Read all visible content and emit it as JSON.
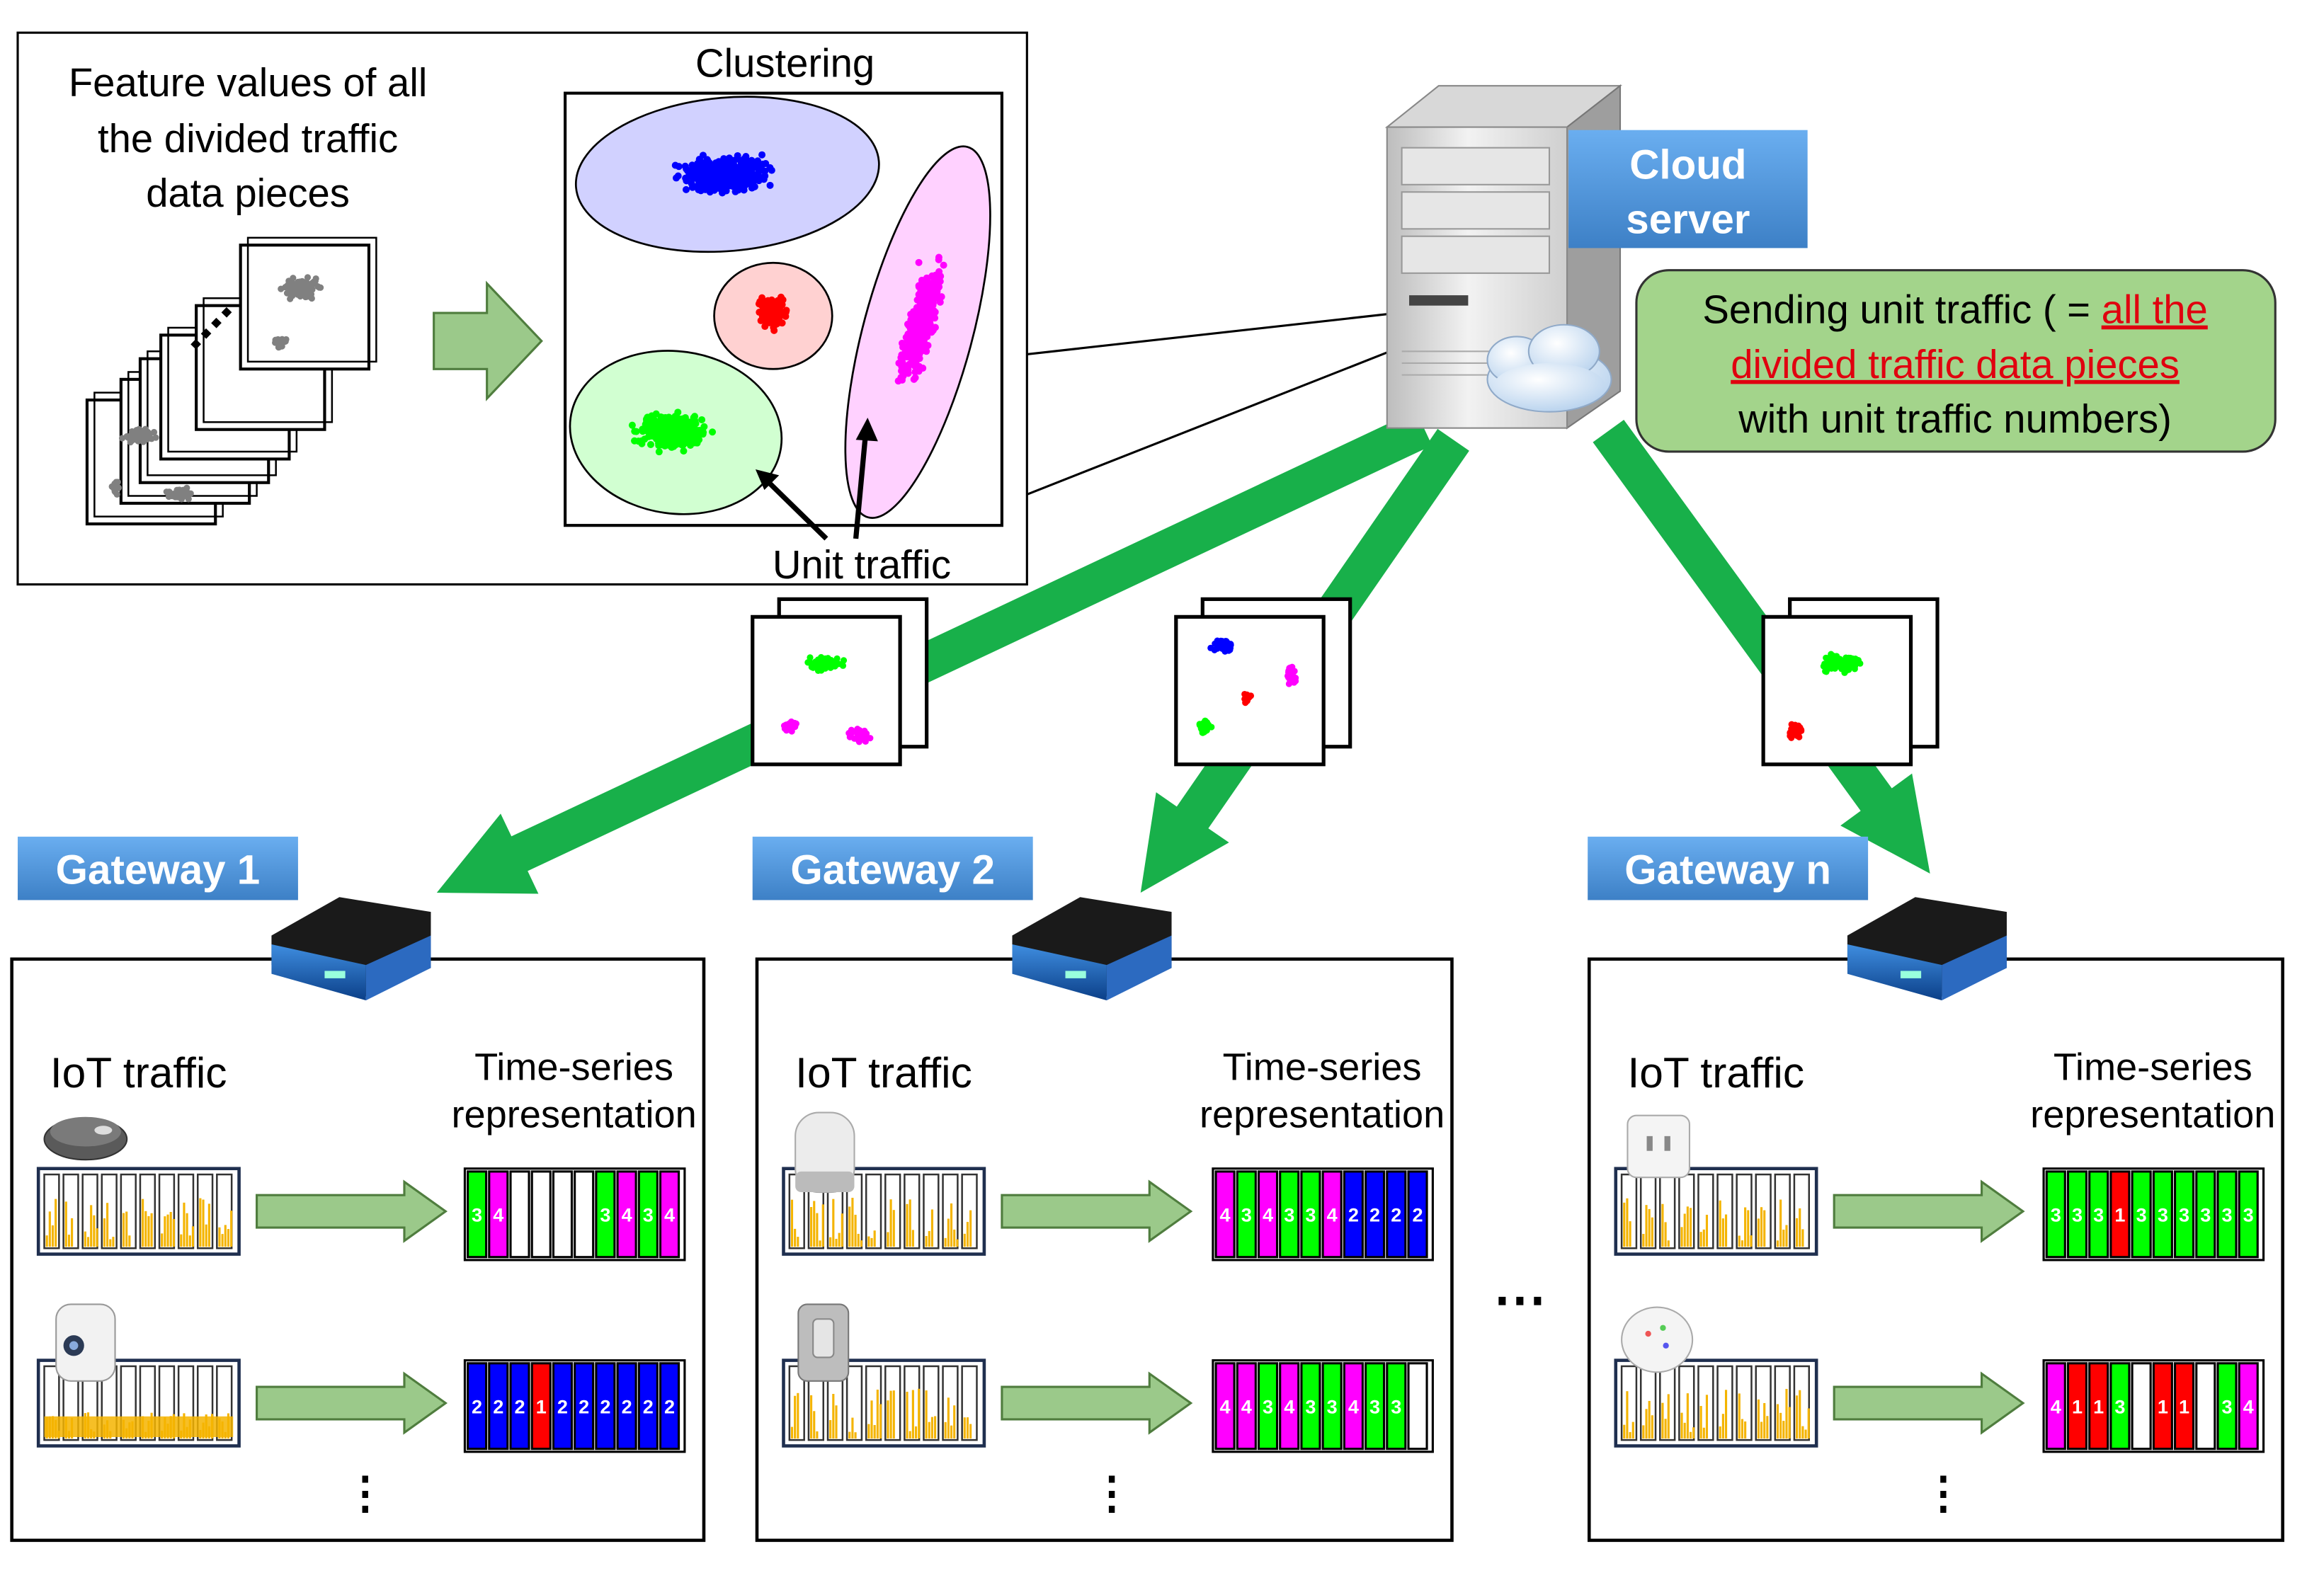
{
  "top_panel": {
    "feature_text": [
      "Feature values of all",
      "the divided traffic",
      "data pieces"
    ],
    "clustering_title": "Clustering",
    "unit_traffic_label": "Unit traffic"
  },
  "cloud": {
    "label_lines": [
      "Cloud",
      "server"
    ],
    "message": {
      "line1_plain": "Sending unit traffic ( = ",
      "line1_highlight": "all the",
      "line2_highlight": "divided traffic data pieces",
      "line3_plain": "with unit traffic numbers)"
    }
  },
  "colors": {
    "green_arrow": "#18b04a",
    "tag_blue": "#4a90d0",
    "message_bg": "#a3d48b",
    "highlight_text": "#e0000f",
    "cluster_blue": "#0000ff",
    "cluster_red": "#ff0000",
    "cluster_green": "#00ff00",
    "cluster_magenta": "#ff00ff",
    "bar_orange": "#f4b400"
  },
  "gateways": [
    {
      "tag": "Gateway 1",
      "iot_label": "IoT traffic",
      "ts_label": [
        "Time-series",
        "representation"
      ],
      "devices": [
        {
          "icon": "robot-vacuum-icon",
          "sequence": [
            "3",
            "4",
            "",
            "",
            "",
            "",
            "3",
            "4",
            "3",
            "4"
          ]
        },
        {
          "icon": "camera-icon",
          "sequence": [
            "2",
            "2",
            "2",
            "1",
            "2",
            "2",
            "2",
            "2",
            "2",
            "2"
          ]
        }
      ]
    },
    {
      "tag": "Gateway 2",
      "iot_label": "IoT traffic",
      "ts_label": [
        "Time-series",
        "representation"
      ],
      "devices": [
        {
          "icon": "smart-speaker-icon",
          "sequence": [
            "4",
            "3",
            "4",
            "3",
            "3",
            "4",
            "2",
            "2",
            "2",
            "2"
          ]
        },
        {
          "icon": "smart-lock-icon",
          "sequence": [
            "4",
            "4",
            "3",
            "4",
            "3",
            "3",
            "4",
            "3",
            "3",
            ""
          ]
        }
      ]
    },
    {
      "tag": "Gateway n",
      "iot_label": "IoT traffic",
      "ts_label": [
        "Time-series",
        "representation"
      ],
      "devices": [
        {
          "icon": "smart-plug-icon",
          "sequence": [
            "3",
            "3",
            "3",
            "1",
            "3",
            "3",
            "3",
            "3",
            "3",
            "3"
          ]
        },
        {
          "icon": "smoke-detector-icon",
          "sequence": [
            "4",
            "1",
            "1",
            "3",
            "",
            "1",
            "1",
            "",
            "3",
            "4"
          ]
        }
      ]
    }
  ],
  "ellipsis_between_gateways": "⋯",
  "ellipsis_rows": "⋮"
}
